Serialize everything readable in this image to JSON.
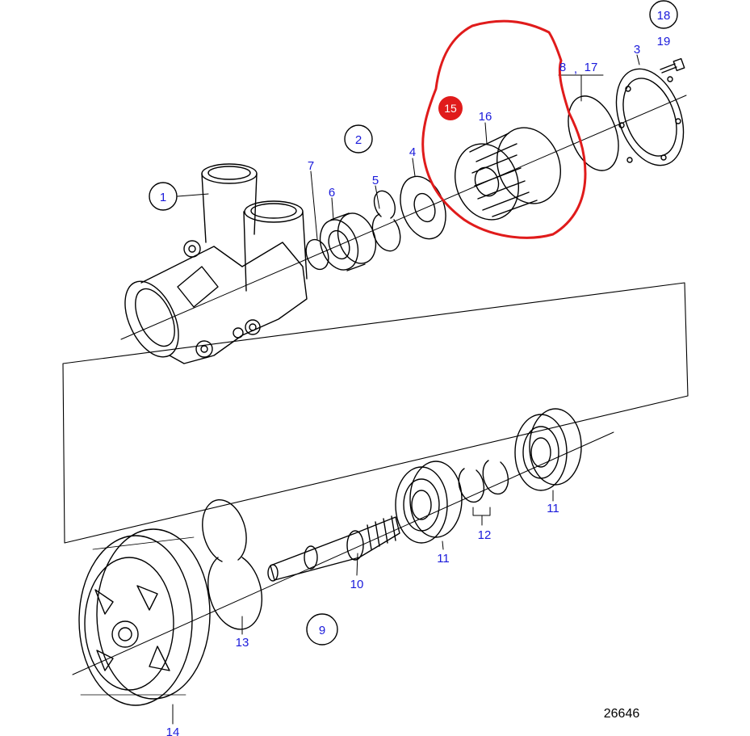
{
  "drawing_number": "26646",
  "highlight": {
    "color": "#e01b1b",
    "badge": "15"
  },
  "colors": {
    "callout_text": "#1a1adb",
    "line": "#000000"
  },
  "callouts": {
    "c1": "1",
    "c2": "2",
    "c3": "3",
    "c4": "4",
    "c5": "5",
    "c6": "6",
    "c7": "7",
    "c8": "8",
    "comma": ",",
    "c17": "17",
    "c9": "9",
    "c10": "10",
    "c11a": "11",
    "c11b": "11",
    "c12": "12",
    "c13": "13",
    "c14": "14",
    "c16": "16",
    "c18": "18",
    "c19": "19"
  }
}
